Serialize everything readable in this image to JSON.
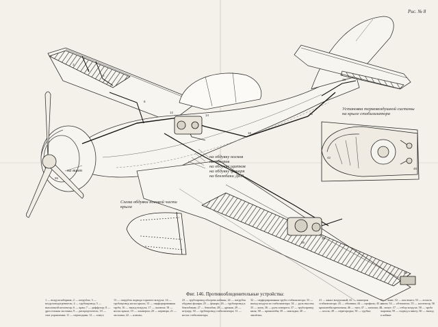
{
  "sheet": {
    "number_label": "Рис. № 8",
    "figure_caption": "Фиг. 146. Противообледенительные устройства:"
  },
  "callouts": {
    "tail_inset_title": "Установка термовоздушной системы на крыле стабилизатора",
    "wing_inset_title": "Схема обдувки носовой части крыла",
    "spinner_label": "на винт",
    "air_labels": [
      "на обдувку носков",
      "на обогрев",
      "на обдувку щитков",
      "на обдувку фонаря",
      "на бензобаки ДКР"
    ]
  },
  "legend_columns": [
    "1 — воздухозаборник; 2 — патрубок; 3 — воздухоподогреватель; 4 — трубопровод; 5 — выхлопной коллектор; 6 — кран; 7 — диффузор; 8 — дроссельная заслонка; 9 — распределитель; 10 — тяга управления; 11 — переходник; 12 — хомут;",
    "13 — патрубок подвода горячего воздуха; 14 — трубопровод носка крыла; 15 — перфорированная труба; 16 — выход воздуха; 17 — жалюзи; 18 — носок крыла; 19 — лонжерон; 20 — нервюра; 21 — заслонка; 22 — клапан;",
    "23 — трубопровод обогрева кабины; 24 — патрубок обдувки фонаря; 25 — фонарь; 26 — трубопровод к бензобакам; 27 — бензобак; 28 — дренаж; 29 — штуцер; 30 — трубопровод стабилизатора; 31 — носок стабилизатора;",
    "32 — перфорированная труба стабилизатора; 33 — выход воздуха из стабилизатора; 34 — руль высоты; 35 — киль; 36 — руль поворота; 37 — трубопровод киля; 38 — кронштейн; 39 — накладка; 40 — заклёпка;",
    "41 — канал воздушный; 42 — лонжерон стабилизатора; 43 — обшивка; 44 — профиль; 45 — кронштейн крепления; 46 — тяга; 47 — качалка; 48 — носок; 49 — перегородка; 50 — трубка;",
    "51 — винт; 52 — кок винта; 53 — лопасть винта; 54 — обтекатель; 55 — коллектор; 56 — хомут; 57 — отбор воздуха; 58 — труба жаровая; 59 — подвод к винту; 60 — выход к кабине."
  ]
}
